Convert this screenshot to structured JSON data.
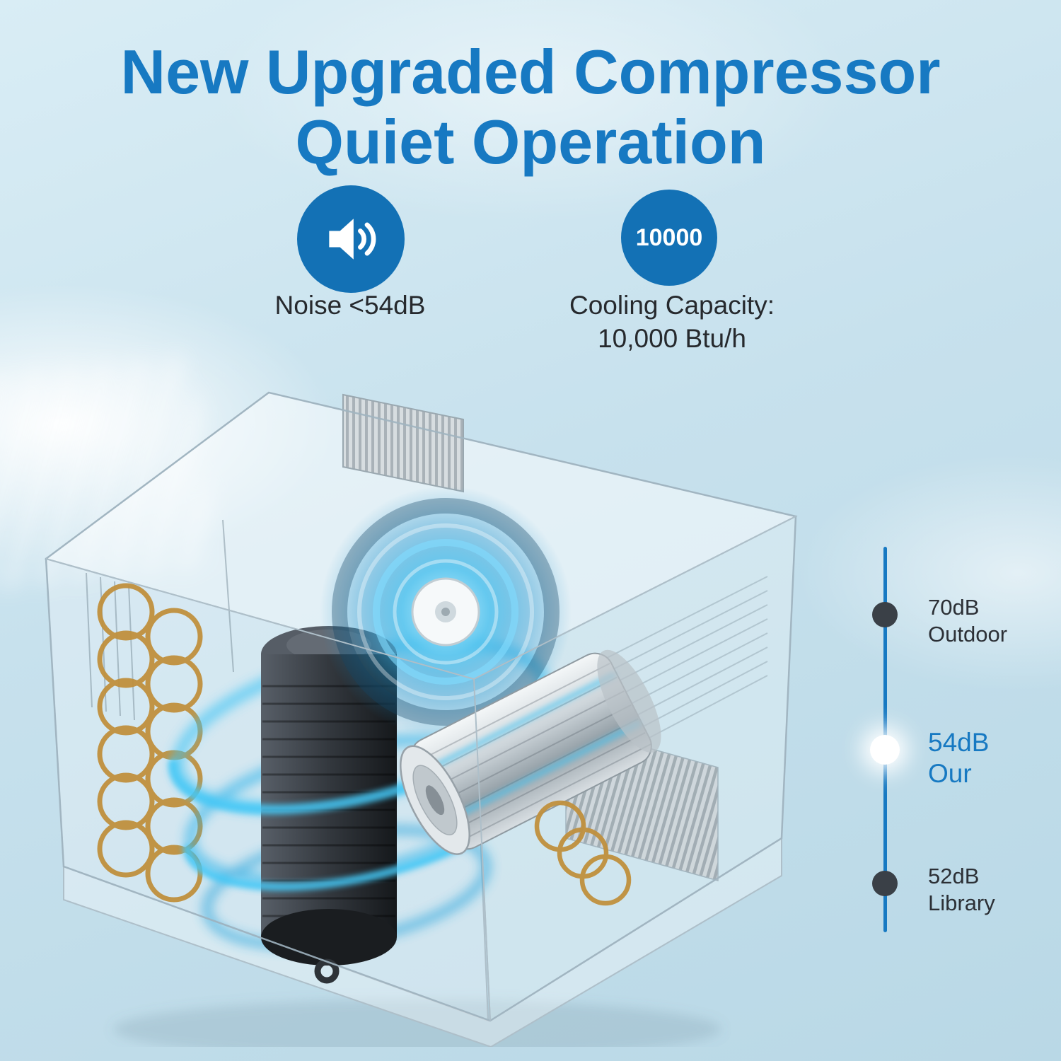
{
  "title": {
    "line1": "New Upgraded Compressor",
    "line2": "Quiet Operation"
  },
  "features": {
    "noise": {
      "icon": "speaker-icon",
      "label": "Noise <54dB"
    },
    "cooling": {
      "badge_value": "10000",
      "label_line1": "Cooling Capacity:",
      "label_line2": "10,000 Btu/h"
    }
  },
  "noise_scale": {
    "items": [
      {
        "value": "70dB",
        "label": "Outdoor",
        "highlight": false
      },
      {
        "value": "54dB",
        "label": "Our",
        "highlight": true
      },
      {
        "value": "52dB",
        "label": "Library",
        "highlight": false
      }
    ]
  },
  "illustration": {
    "subject": "transparent window air conditioner cutaway showing upgraded compressor, fan and airflow"
  },
  "colors": {
    "accent_blue": "#1779c2",
    "badge_blue": "#1371b5",
    "background_blue": "#c7e1ed",
    "dark_marker": "#3a4047",
    "highlight_marker": "#ffffff",
    "airflow_cyan": "#3cc4f5",
    "copper_coil": "#c0903d"
  }
}
